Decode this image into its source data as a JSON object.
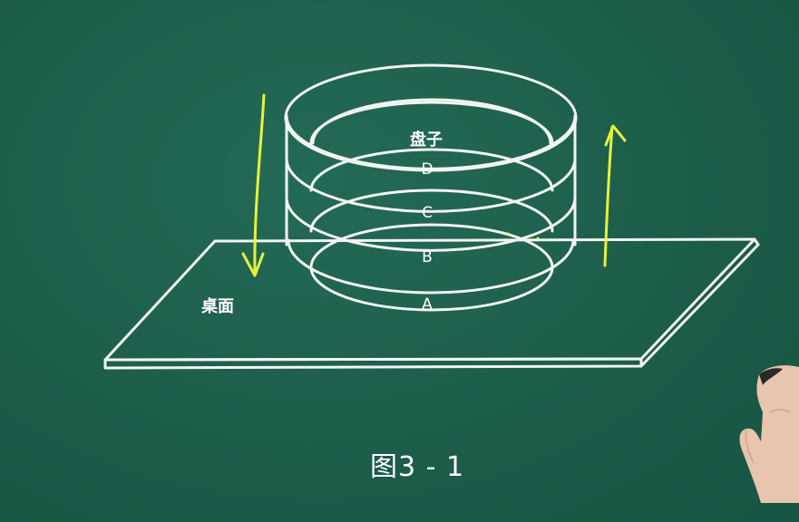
{
  "diagram": {
    "plates_label": "盘子",
    "table_label": "桌面",
    "plates": [
      "A",
      "B",
      "C",
      "D"
    ],
    "caption": "图3 - 1"
  },
  "colors": {
    "board": "#1d5f4c",
    "chalk": "#f2f4f0",
    "arrow": "#e8f23a"
  }
}
